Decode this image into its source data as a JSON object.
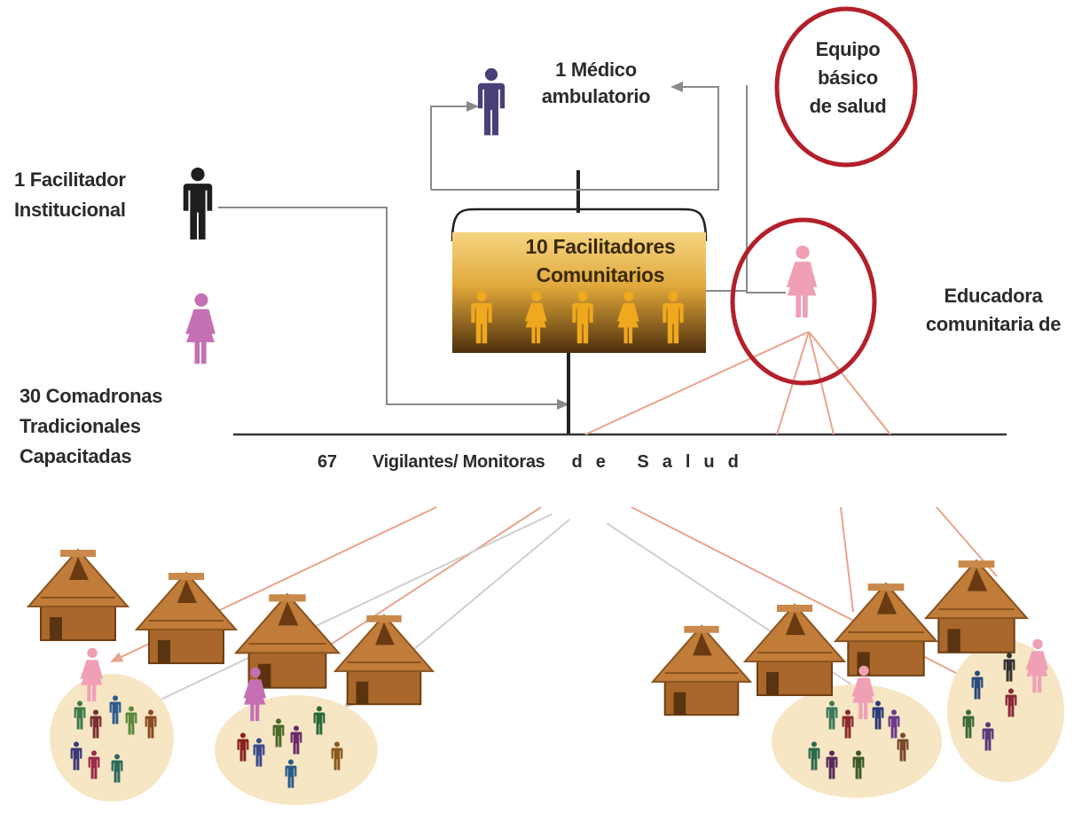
{
  "labels": {
    "medico": [
      "1 Médico",
      "ambulatorio"
    ],
    "equipo": [
      "Equipo",
      "básico",
      "de salud"
    ],
    "facilitador_institucional": [
      "1 Facilitador",
      "Institucional"
    ],
    "facilitadores_comunitarios": [
      "10 Facilitadores",
      "Comunitarios"
    ],
    "educadora": [
      "Educadora",
      "comunitaria de"
    ],
    "comadronas": [
      "30 Comadronas",
      "Tradicionales",
      "Capacitadas"
    ],
    "vigilantes": {
      "count": "67",
      "text": "Vigilantes/ Monitoras",
      "spaced": "de Salud"
    }
  },
  "colors": {
    "line": "#8a8a8a",
    "baseline": "#333333",
    "red_circle": "#b3202a",
    "medico_figure": "#4a3f78",
    "facilitador_figure": "#1e1e1e",
    "comadrona_figure": "#c56fb4",
    "educadora_figure": "#f0a0b4",
    "community_figures": "#f0a81e",
    "hut_roof": "#b8732f",
    "community_disc": "#f7e6c4",
    "salmon_line": "#e8a48c"
  }
}
